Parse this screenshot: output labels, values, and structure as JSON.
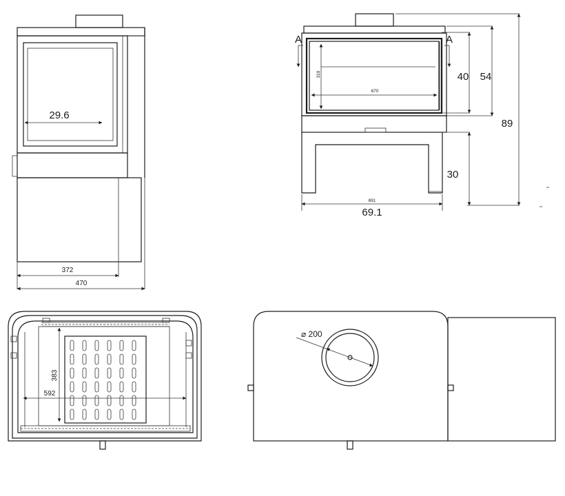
{
  "side_view": {
    "door_depth": "29.6",
    "base_depth": "372",
    "total_depth": "470"
  },
  "front_view": {
    "section_left": "A",
    "section_right": "A",
    "glass_height_mm": "319",
    "glass_width_mm": "670",
    "firebox_height": "40",
    "body_height": "54",
    "total_height": "89",
    "leg_height": "30",
    "total_width_mm": "691",
    "total_width": "69.1"
  },
  "plan_section": {
    "grate_depth": "383",
    "firebox_width": "592"
  },
  "top_view": {
    "flue_diameter": "⌀ 200"
  }
}
